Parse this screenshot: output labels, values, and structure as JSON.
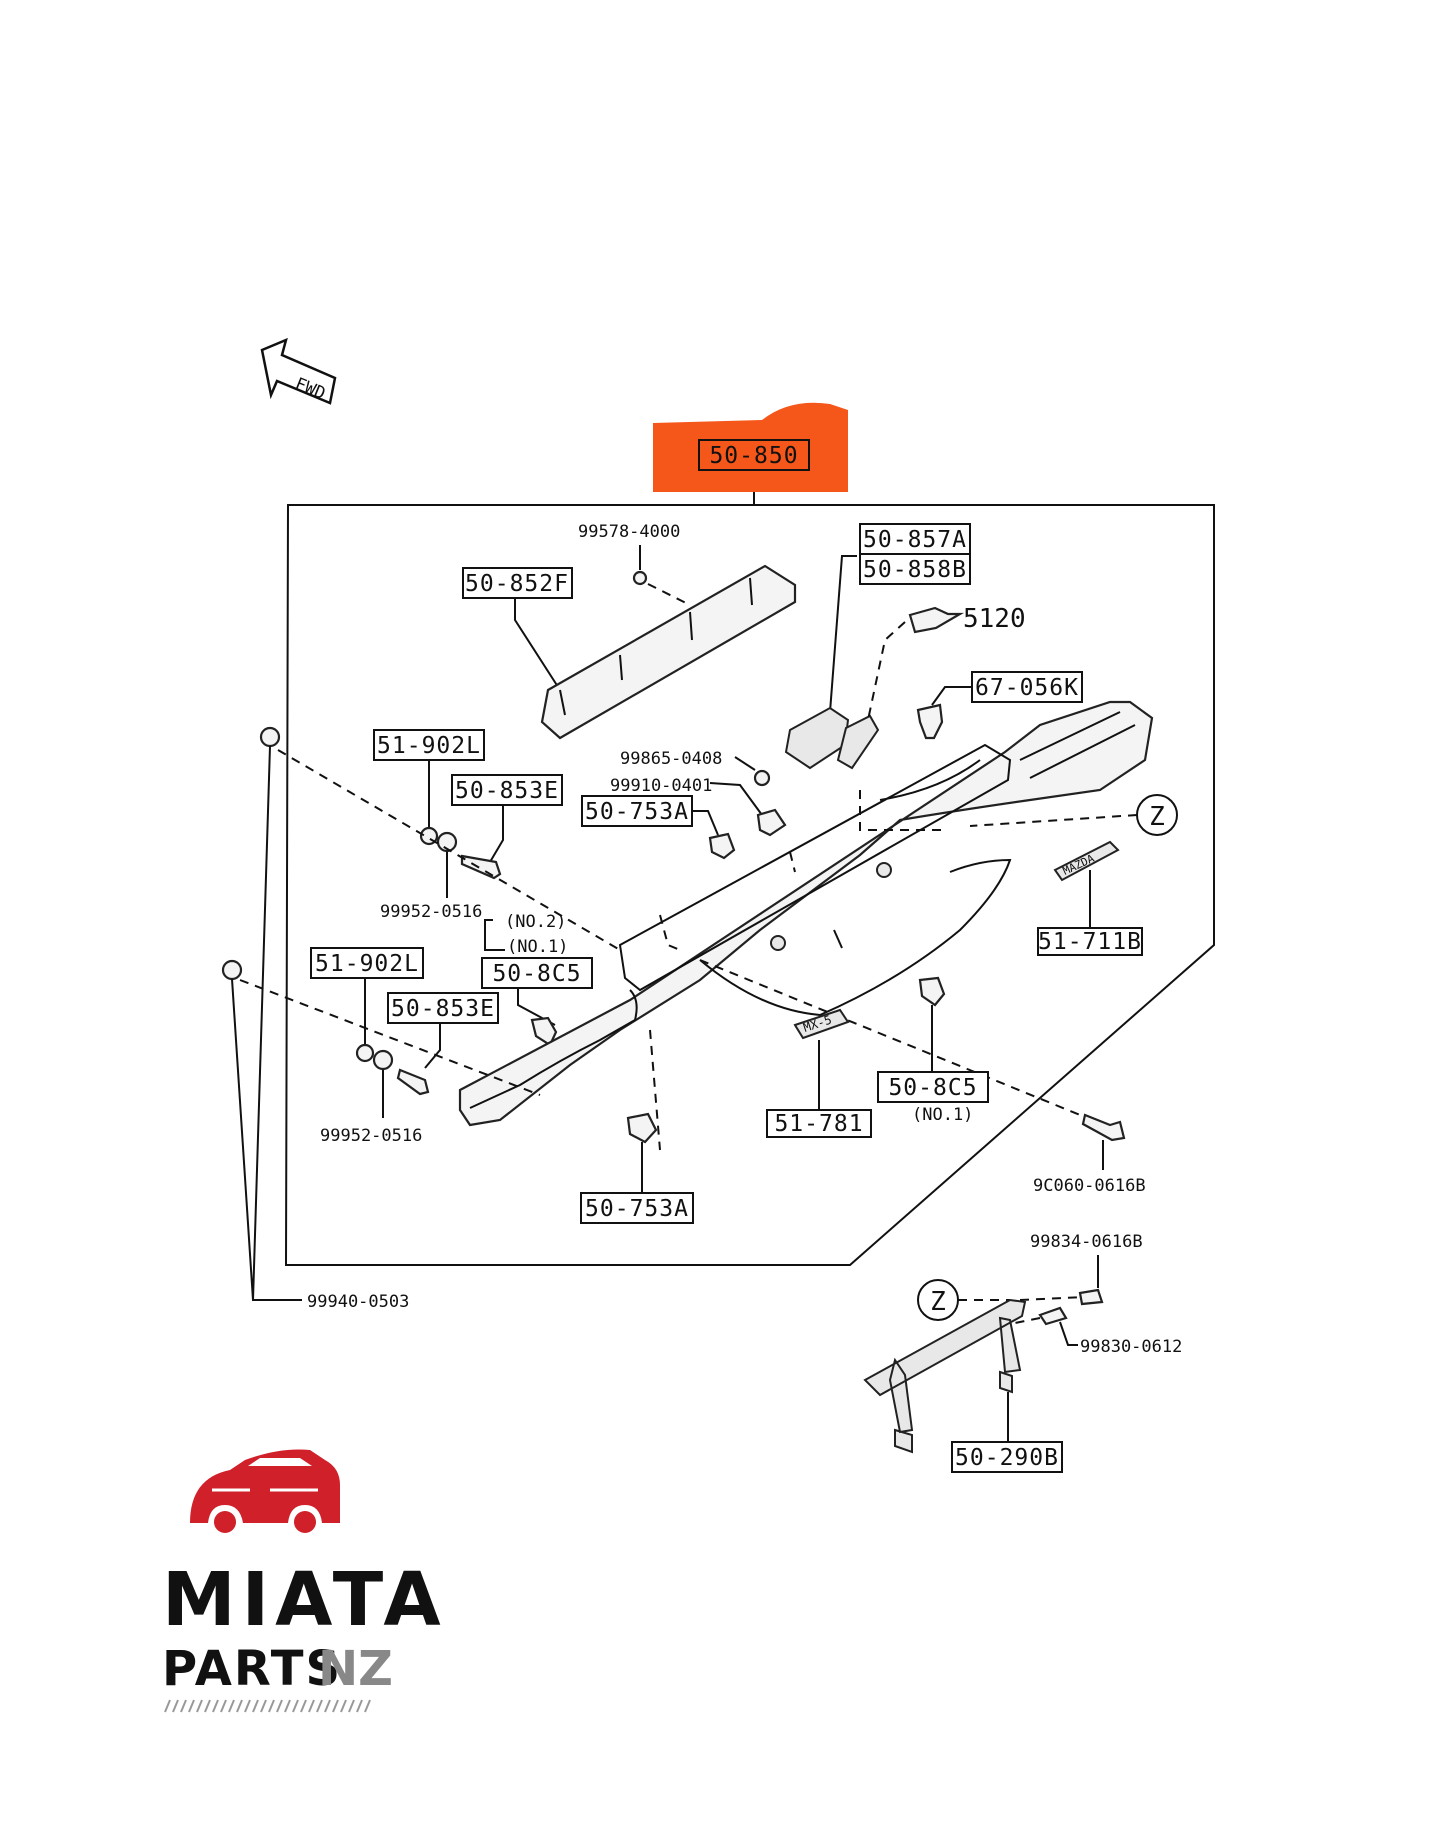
{
  "direction": {
    "label": "FWD"
  },
  "highlight_color": "#f5561a",
  "main_part": "50-850",
  "labels": {
    "p99578": "99578-4000",
    "p50852F": "50-852F",
    "p50857A": "50-857A",
    "p50858B": "50-858B",
    "p5120": "5120",
    "p67056K": "67-056K",
    "p99865": "99865-0408",
    "p99910": "99910-0401",
    "p50753A_top": "50-753A",
    "p51902L_top": "51-902L",
    "p50853E_top": "50-853E",
    "p99952_top": "99952-0516",
    "no2": "(NO.2)",
    "no1": "(NO.1)",
    "p51902L_bot": "51-902L",
    "p50853E_bot": "50-853E",
    "p508C5_left": "50-8C5",
    "p99952_bot": "99952-0516",
    "p50753A_bot": "50-753A",
    "p51781": "51-781",
    "p508C5_right": "50-8C5",
    "no1_right": "(NO.1)",
    "p51711B": "51-711B",
    "p9C060": "9C060-0616B",
    "p99834": "99834-0616B",
    "p99830": "99830-0612",
    "p50290B": "50-290B",
    "p99940": "99940-0503",
    "ref_z1": "Z",
    "ref_z2": "Z",
    "badge_text": "MX-5",
    "emblem_text": "MAZDA"
  },
  "logo": {
    "line1": "MIATA",
    "line2a": "PARTS",
    "line2b": "NZ",
    "car_color": "#d0202a"
  }
}
